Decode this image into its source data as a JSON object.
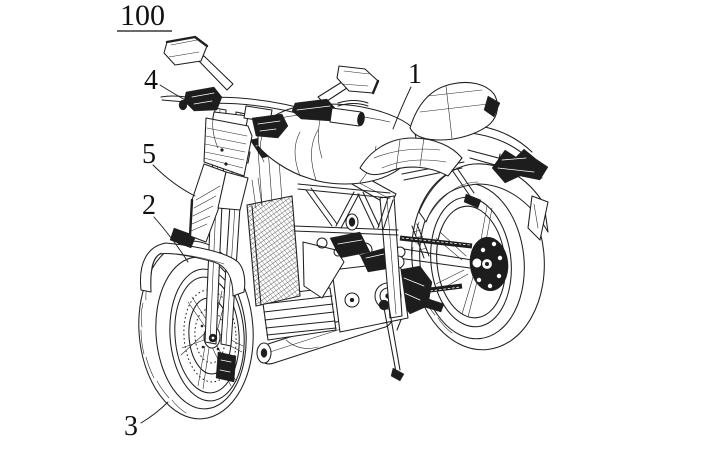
{
  "figure": {
    "background_color": "#ffffff",
    "line_color": "#1f1f1f",
    "overall_reference": {
      "label": "100",
      "underlined": true
    },
    "callouts": [
      {
        "label": "1"
      },
      {
        "label": "2"
      },
      {
        "label": "3"
      },
      {
        "label": "4"
      },
      {
        "label": "5"
      }
    ]
  }
}
